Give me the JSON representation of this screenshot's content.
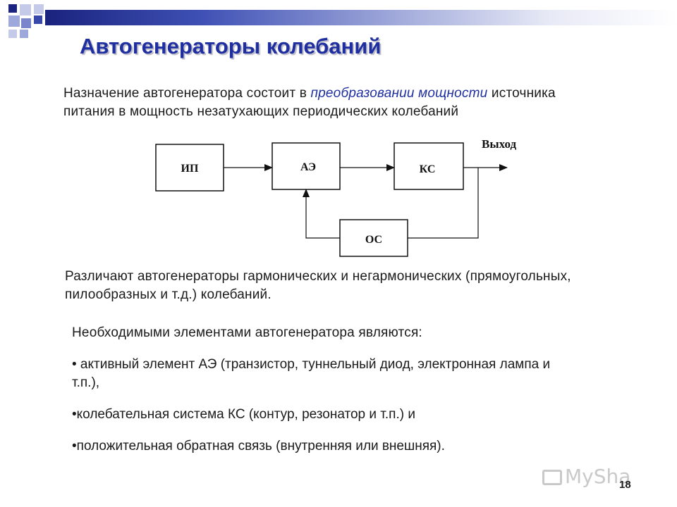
{
  "slide": {
    "title": "Автогенераторы колебаний",
    "intro": {
      "before": "Назначение автогенератора состоит в ",
      "highlight": "преобразовании мощности",
      "after": " источника питания в мощность незатухающих периодических колебаний"
    },
    "types_text": "Различают автогенераторы гармонических и негармонических (прямоугольных, пилообразных и т.д.) колебаний.",
    "elements_intro": "Необходимыми элементами автогенератора являются:",
    "elements": [
      "• активный элемент АЭ (транзистор, туннельный диод, электронная лампа и т.п.),",
      "•колебательная система КС (контур, резонатор и т.п.) и",
      "•положительная обратная связь (внутренняя или внешняя)."
    ],
    "page_number": "18",
    "watermark": "MySha"
  },
  "diagram": {
    "blocks": {
      "ip": "ИП",
      "ae": "АЭ",
      "ks": "КС",
      "os": "ОС"
    },
    "output_label": "Выход"
  },
  "colors": {
    "title": "#1f2fa0",
    "highlight": "#1f2fa0",
    "deco_dark": "#1a237e",
    "deco_mid": "#7986cb",
    "deco_light": "#c5cae9"
  }
}
